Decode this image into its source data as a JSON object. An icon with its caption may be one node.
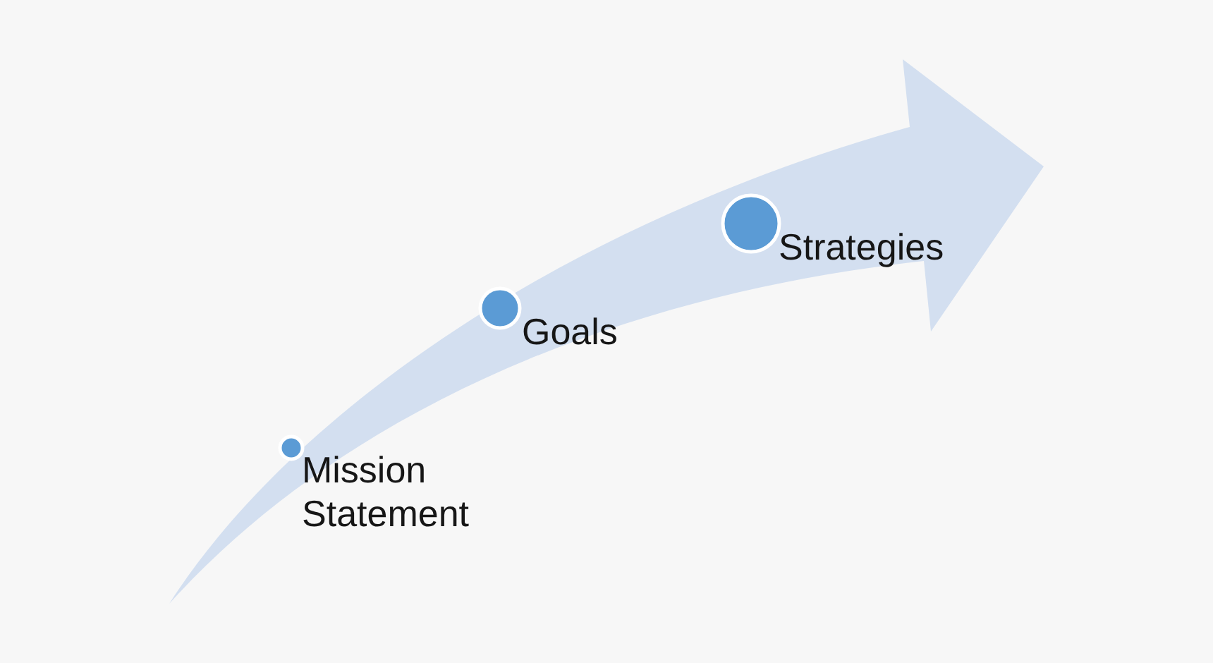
{
  "diagram": {
    "nodes": [
      {
        "text": [],
        "shape": "circle",
        "beside": [
          "Mission Statement"
        ]
      },
      {
        "text": [],
        "shape": "circle",
        "beside": [
          "Goals"
        ]
      },
      {
        "text": [],
        "shape": "circle",
        "beside": [
          "Strategies"
        ]
      }
    ]
  }
}
